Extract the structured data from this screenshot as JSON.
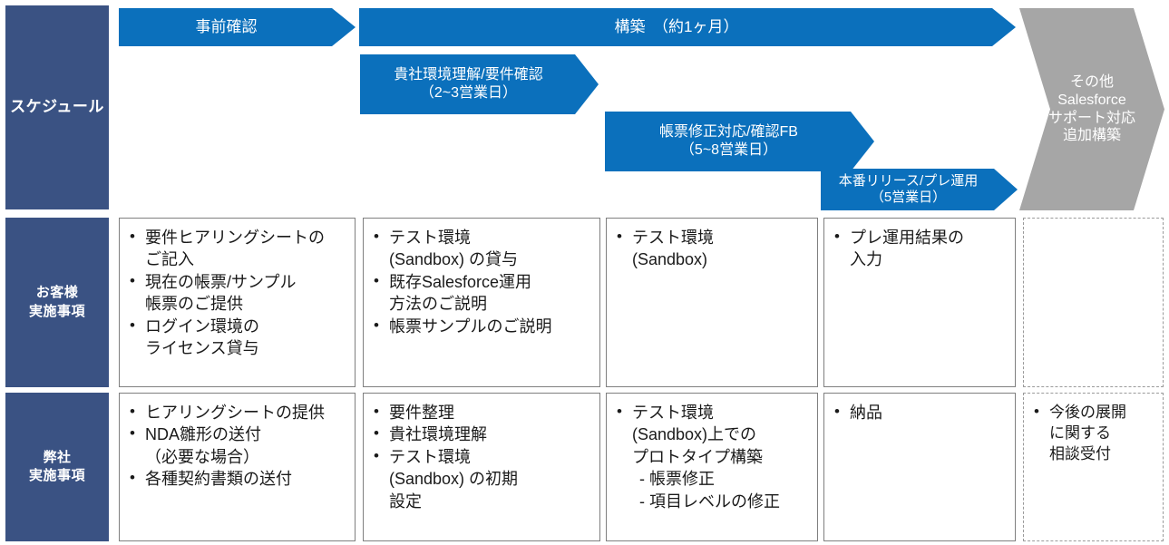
{
  "rows": {
    "schedule_label": [
      "スケジュール"
    ],
    "customer_label": [
      "お客様",
      "実施事項"
    ],
    "vendor_label": [
      "弊社",
      "実施事項"
    ]
  },
  "colors": {
    "navy": "#3A5283",
    "blue": "#0B70BC",
    "gray": "#A6A6A6",
    "cell_border": "#7F7F7F"
  },
  "arrows": {
    "pre_check": {
      "lines": [
        "事前確認"
      ]
    },
    "build": {
      "lines": [
        "構築　（約1ヶ月）"
      ]
    },
    "sub1": {
      "lines": [
        "貴社環境理解/要件確認",
        "（2~3営業日）"
      ]
    },
    "sub2": {
      "lines": [
        "帳票修正対応/確認FB",
        "（5~8営業日）"
      ]
    },
    "sub3": {
      "lines": [
        "本番リリース/プレ運用",
        "（5営業日）"
      ]
    },
    "other": {
      "lines": [
        "その他",
        "Salesforce",
        "サポート対応",
        "追加構築"
      ]
    }
  },
  "customer_row": {
    "col1": [
      {
        "type": "bullet",
        "text": "要件ヒアリングシートの"
      },
      {
        "type": "cont",
        "text": "ご記入"
      },
      {
        "type": "bullet",
        "text": "現在の帳票/サンプル"
      },
      {
        "type": "cont",
        "text": "帳票のご提供"
      },
      {
        "type": "bullet",
        "text": "ログイン環境の"
      },
      {
        "type": "cont",
        "text": "ライセンス貸与"
      }
    ],
    "col2": [
      {
        "type": "bullet",
        "text": "テスト環境"
      },
      {
        "type": "cont",
        "text": "(Sandbox) の貸与"
      },
      {
        "type": "bullet",
        "text": "既存Salesforce運用"
      },
      {
        "type": "cont",
        "text": "方法のご説明"
      },
      {
        "type": "bullet",
        "text": "帳票サンプルのご説明"
      }
    ],
    "col3": [
      {
        "type": "bullet",
        "text": "テスト環境"
      },
      {
        "type": "cont",
        "text": "(Sandbox)"
      }
    ],
    "col4": [
      {
        "type": "bullet",
        "text": "プレ運用結果の"
      },
      {
        "type": "cont",
        "text": "入力"
      }
    ],
    "col5": []
  },
  "vendor_row": {
    "col1": [
      {
        "type": "bullet",
        "text": "ヒアリングシートの提供"
      },
      {
        "type": "bullet",
        "text": "NDA雛形の送付"
      },
      {
        "type": "cont",
        "text": "（必要な場合）"
      },
      {
        "type": "bullet",
        "text": "各種契約書類の送付"
      }
    ],
    "col2": [
      {
        "type": "bullet",
        "text": "要件整理"
      },
      {
        "type": "bullet",
        "text": "貴社環境理解"
      },
      {
        "type": "bullet",
        "text": "テスト環境"
      },
      {
        "type": "cont",
        "text": "(Sandbox) の初期"
      },
      {
        "type": "cont",
        "text": "設定"
      }
    ],
    "col3": [
      {
        "type": "bullet",
        "text": "テスト環境"
      },
      {
        "type": "cont",
        "text": "(Sandbox)上での"
      },
      {
        "type": "cont",
        "text": "プロトタイプ構築"
      },
      {
        "type": "dash",
        "text": "-  帳票修正"
      },
      {
        "type": "dash",
        "text": "-  項目レベルの修正"
      }
    ],
    "col4": [
      {
        "type": "bullet",
        "text": "納品"
      }
    ],
    "col5": [
      {
        "type": "bullet",
        "text": "今後の展開"
      },
      {
        "type": "cont",
        "text": "に関する"
      },
      {
        "type": "cont",
        "text": "相談受付"
      }
    ]
  }
}
